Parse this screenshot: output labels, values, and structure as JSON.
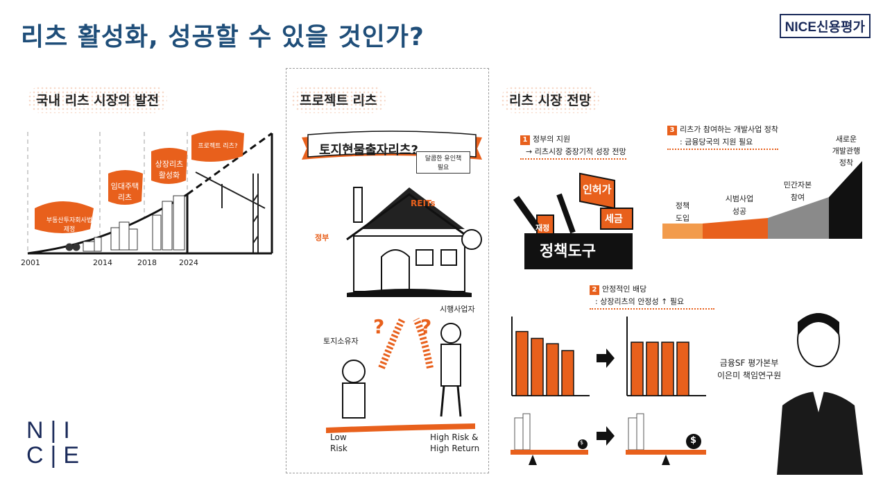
{
  "header": {
    "title": "리츠 활성화, 성공할 수 있을 것인가?",
    "logo_text": "NICE신용평가"
  },
  "left": {
    "section_title": "국내 리츠 시장의 발전",
    "milestones": [
      {
        "label_line1": "부동산투자회사법",
        "label_line2": "제정"
      },
      {
        "label_line1": "임대주택",
        "label_line2": "리츠"
      },
      {
        "label_line1": "상장리츠",
        "label_line2": "활성화"
      },
      {
        "label_line1": "프로젝트 리츠?",
        "label_line2": ""
      }
    ],
    "years": [
      "2001",
      "2014",
      "2018",
      "2024"
    ]
  },
  "middle": {
    "section_title": "프로젝트 리츠",
    "banner_text": "토지현물출자리츠?",
    "tag_line1": "달콤한 유인책",
    "tag_line2": "필요",
    "reits_sign": "REITs",
    "gov_label": "정부",
    "landowner_label": "토지소유자",
    "developer_label": "시행사업자",
    "low_risk_line1": "Low",
    "low_risk_line2": "Risk",
    "high_risk_line1": "High Risk &",
    "high_risk_line2": "High Return"
  },
  "right": {
    "section_title": "리츠 시장 전망",
    "point1": {
      "num": "1",
      "title": "정부의 지원",
      "desc": "→ 리츠시장 중장기적 성장 전망"
    },
    "point2": {
      "num": "2",
      "title": "안정적인 배당",
      "desc": ": 상장리츠의 안정성 ↑ 필요"
    },
    "point3": {
      "num": "3",
      "title": "리츠가 참여하는 개발사업 정착",
      "desc": ": 금융당국의 지원 필요"
    },
    "toolbox_label": "정책도구",
    "tool_labels": [
      "인허가",
      "재정",
      "세금"
    ],
    "stages": [
      {
        "line1": "정책",
        "line2": "도입"
      },
      {
        "line1": "시범사업",
        "line2": "성공"
      },
      {
        "line1": "민간자본",
        "line2": "참여"
      },
      {
        "line1": "새로운",
        "line2": "개발관행",
        "line3": "정착"
      }
    ],
    "dividend_before": [
      0.84,
      0.75,
      0.68,
      0.59
    ],
    "dividend_after": [
      0.7,
      0.7,
      0.7,
      0.7
    ],
    "dollar_sign": "$"
  },
  "author": {
    "line1": "금융SF 평가본부",
    "line2": "이은미 책임연구원"
  },
  "corner_logo": {
    "top": "N|I",
    "bottom": "C|E"
  },
  "colors": {
    "accent": "#e8601c",
    "navy": "#1f4e79",
    "gray": "#8a8a8a",
    "black": "#111111"
  }
}
